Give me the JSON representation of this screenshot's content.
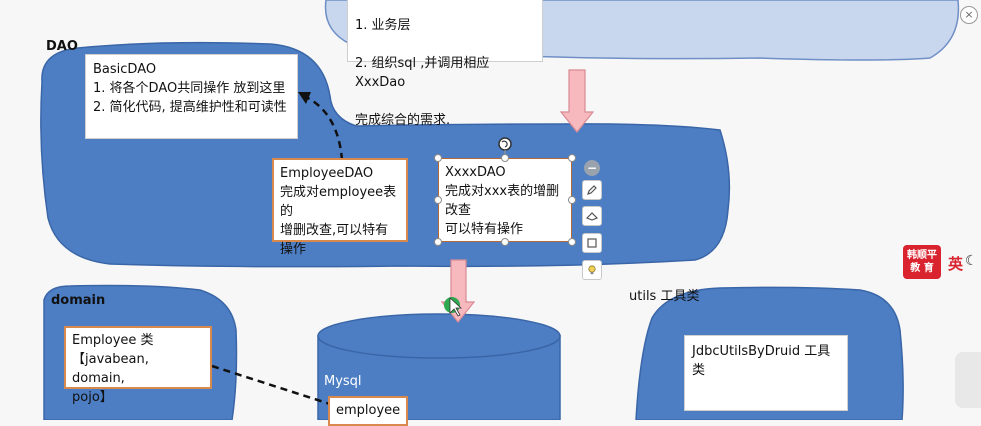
{
  "labels": {
    "dao": "DAO",
    "domain": "domain",
    "utils": "utils 工具类",
    "mysql": "Mysql"
  },
  "service_box": {
    "line1": "1. 业务层",
    "line2": "2. 组织sql ,并调用相应XxxDao",
    "line3": "完成综合的需求."
  },
  "basic_dao_box": "BasicDAO\n1. 将各个DAO共同操作 放到这里\n2. 简化代码, 提高维护性和可读性",
  "employee_dao_box": "EmployeeDAO\n完成对employee表的\n增删改查,可以特有\n操作",
  "xxxx_dao_box": "XxxxDAO\n完成对xxx表的增删\n改查\n可以特有操作",
  "employee_class_box": "Employee 类\n【javabean, domain,\npojo】",
  "jdbc_utils_box": "JdbcUtilsByDruid 工具类",
  "employee_table_box": "employee",
  "logo": {
    "text": "韩顺平\n教 育",
    "lang": "英"
  },
  "colors": {
    "blob": "#4d7ec4",
    "blob_stroke": "#3a66a8",
    "service_blob": "#c9d7ee",
    "arrow_fill": "#f7b8be",
    "arrow_stroke": "#d98a93",
    "box_border": "#d88a4e"
  },
  "icons": [
    "rotate-icon",
    "minus-icon",
    "pencil-icon",
    "shape-edit-icon",
    "frame-icon",
    "lightbulb-icon",
    "cursor-icon"
  ]
}
